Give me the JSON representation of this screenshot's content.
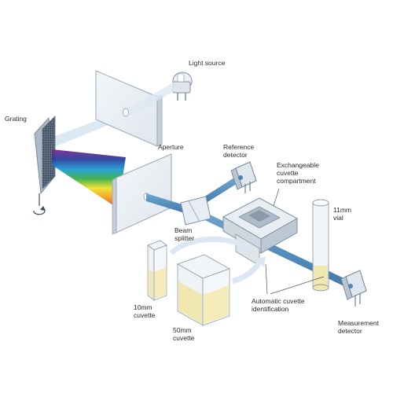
{
  "labels": {
    "light_source": "Light source",
    "grating": "Grating",
    "aperture": "Aperture",
    "reference_detector": [
      "Reference",
      "detector"
    ],
    "exchangeable_compartment": [
      "Exchangeable",
      "cuvette",
      "compartment"
    ],
    "vial": [
      "11mm",
      "vial"
    ],
    "beam_splitter": [
      "Beam",
      "splitter"
    ],
    "cuvette_10mm": [
      "10mm",
      "cuvette"
    ],
    "cuvette_50mm": [
      "50mm",
      "cuvette"
    ],
    "auto_identification": [
      "Automatic cuvette",
      "identification"
    ],
    "measurement_detector": [
      "Measurement",
      "detector"
    ]
  },
  "icons": {
    "rotation": "rotation-arrow-icon"
  },
  "colors": {
    "beam": "#4a86b8",
    "beam_light": "#c9dcea",
    "panel": "#e9eef3",
    "panel_edge": "#9aa8b6",
    "liquid": "#f1e7b0",
    "outline": "#7d8fa1"
  }
}
